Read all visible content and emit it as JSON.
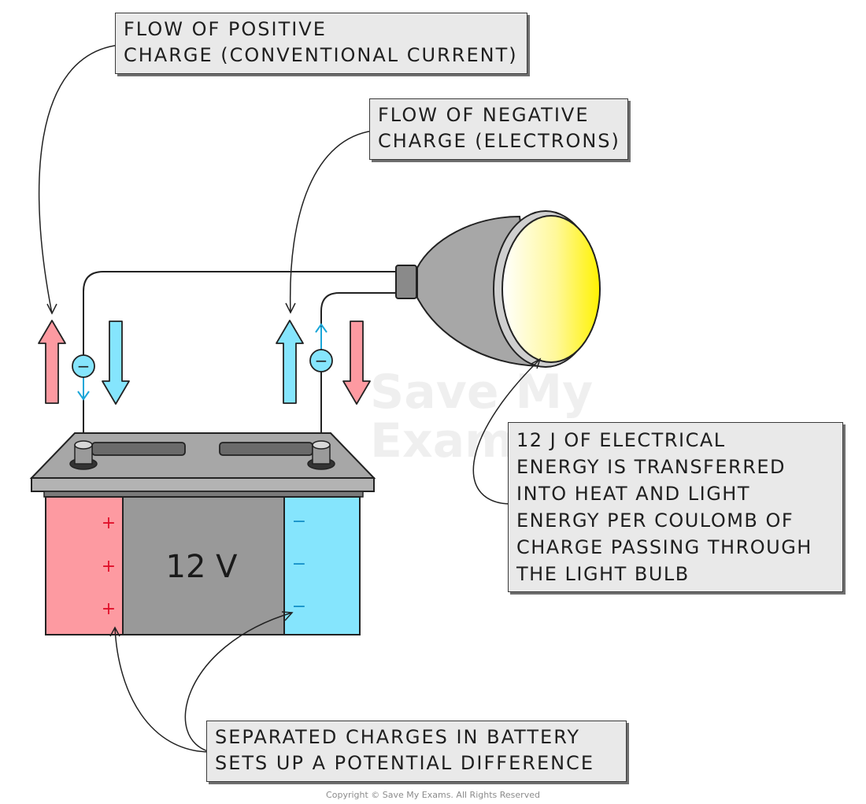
{
  "labels": {
    "positive_flow": [
      "FLOW OF POSITIVE",
      "CHARGE (CONVENTIONAL CURRENT)"
    ],
    "negative_flow": [
      "FLOW OF NEGATIVE",
      "CHARGE (ELECTRONS)"
    ],
    "energy": [
      "12 J OF ELECTRICAL",
      "ENERGY IS TRANSFERRED",
      "INTO HEAT AND LIGHT",
      "ENERGY PER COULOMB OF",
      "CHARGE PASSING THROUGH",
      "THE LIGHT BULB"
    ],
    "separated": [
      "SEPARATED CHARGES IN BATTERY",
      "SETS UP A POTENTIAL DIFFERENCE"
    ]
  },
  "battery": {
    "voltage": "12 V",
    "positive_symbol": "+",
    "negative_symbol": "−",
    "electron_symbol": "−"
  },
  "watermark": [
    "Save My",
    "Exams"
  ],
  "copyright": "Copyright © Save My Exams. All Rights Reserved",
  "colors": {
    "positive": "#fd9aa1",
    "negative": "#85e5fd",
    "battery_body": "#999999",
    "lamp_glow": "#fff200",
    "box_fill": "#e9e9e9"
  }
}
